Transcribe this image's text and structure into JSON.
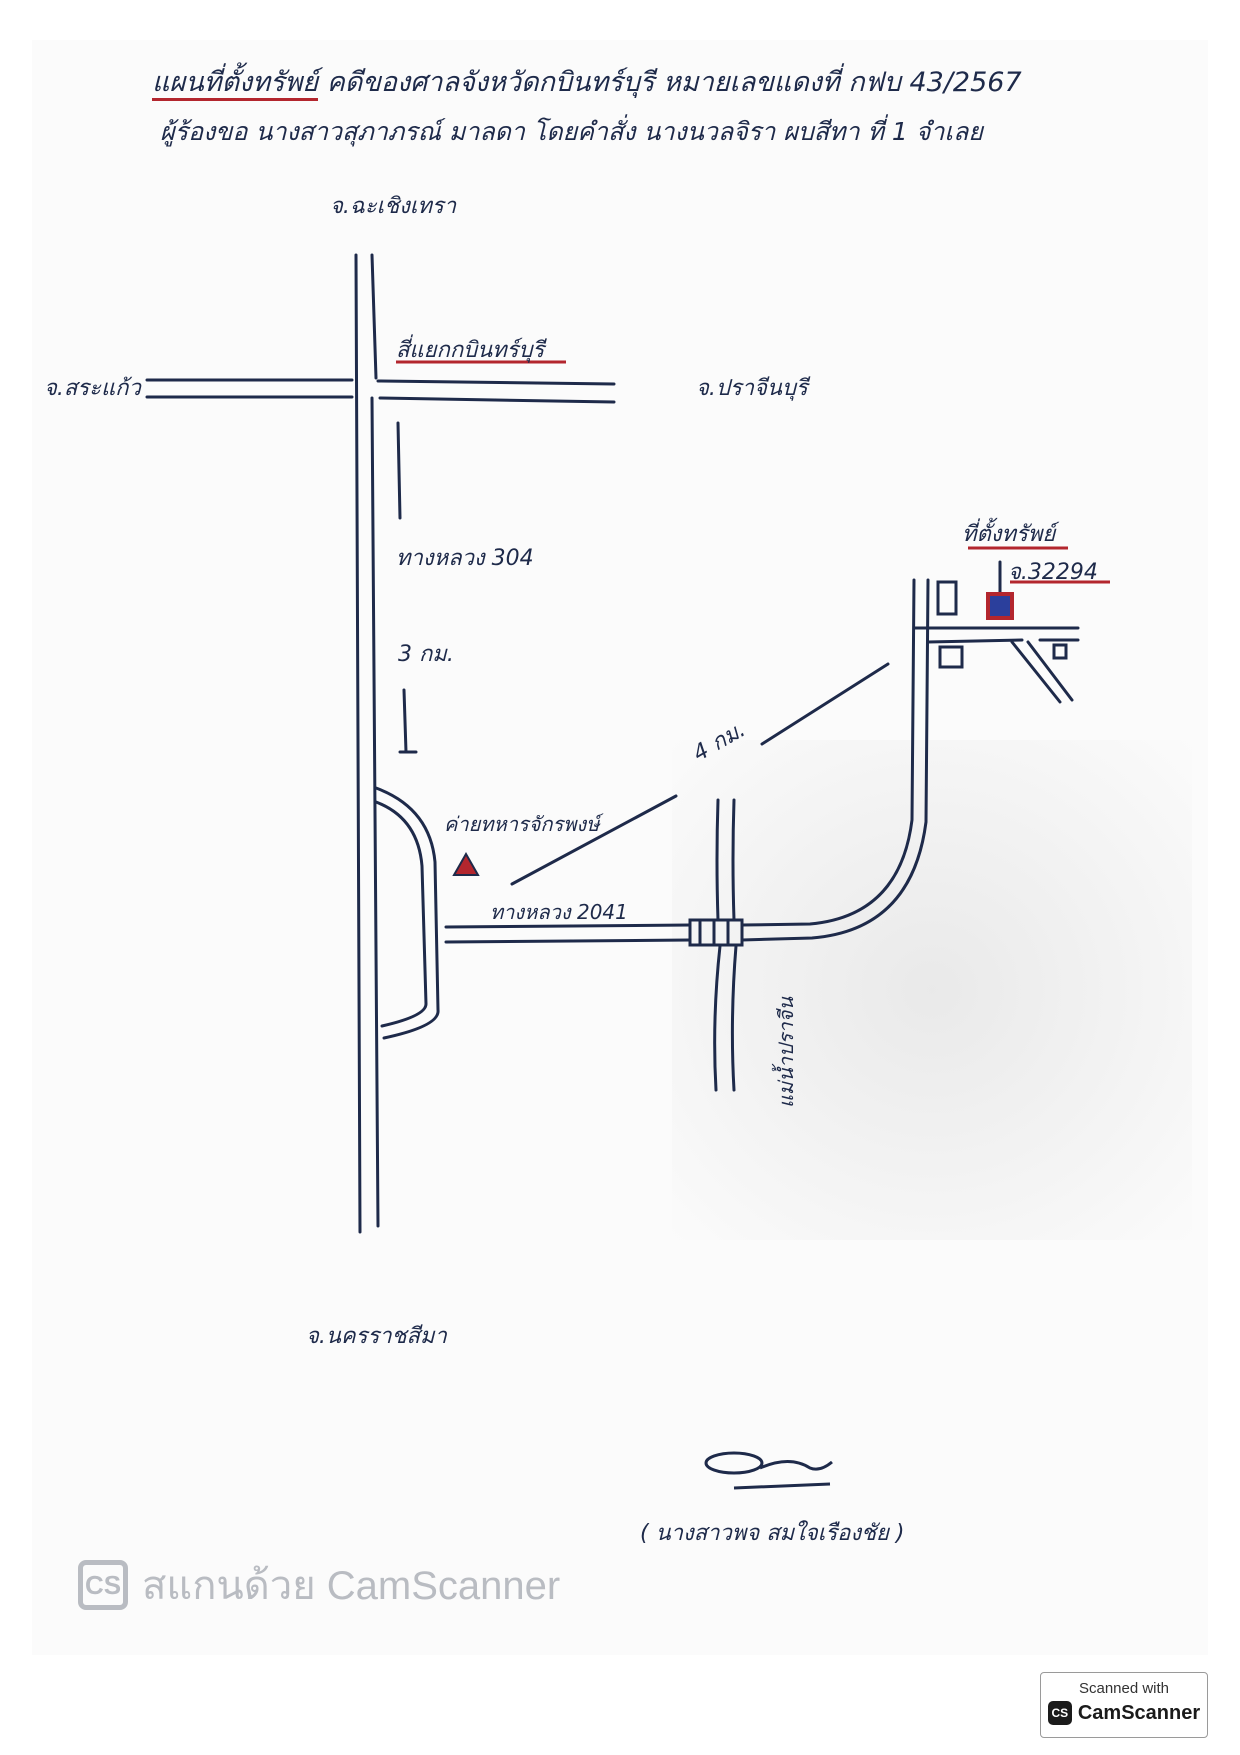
{
  "title": {
    "line1_part1": "แผนที่ตั้งทรัพย์",
    "line1_part2": "คดีของศาลจังหวัดกบินทร์บุรี หมายเลขแดงที่ กฟบ 43/2567",
    "line2": "ผู้ร้องขอ นางสาวสุภาภรณ์ มาลดา โดยคำสั่ง นางนวลจิรา ผบสีทา ที่ 1 จำเลย"
  },
  "map": {
    "north_destination": "จ.ฉะเชิงเทรา",
    "west_destination": "จ.สระแก้ว",
    "east_destination": "จ.ปราจีนบุรี",
    "south_destination": "จ.นครราชสีมา",
    "intersection_label": "สี่แยกกบินทร์บุรี",
    "highway_304_label": "ทางหลวง 304",
    "highway_304_distance": "3 กม.",
    "highway_2041_label": "ทางหลวง 2041",
    "diagonal_distance": "4 กม.",
    "landmark_label": "ค่ายทหารจักรพงษ์",
    "river_label": "แม่น้ำปราจีน",
    "property_label": "ที่ตั้งทรัพย์",
    "deed_number": "จ.32294",
    "colors": {
      "ink": "#1e2a4a",
      "accent_red": "#b3262e",
      "property_blue": "#2b3f9c"
    }
  },
  "signature": {
    "name": "( นางสาวพจ สมใจเรืองชัย )"
  },
  "watermark": {
    "logo": "CS",
    "text": "สแกนด้วย CamScanner"
  },
  "badge": {
    "top": "Scanned with",
    "logo": "CS",
    "name": "CamScanner"
  }
}
